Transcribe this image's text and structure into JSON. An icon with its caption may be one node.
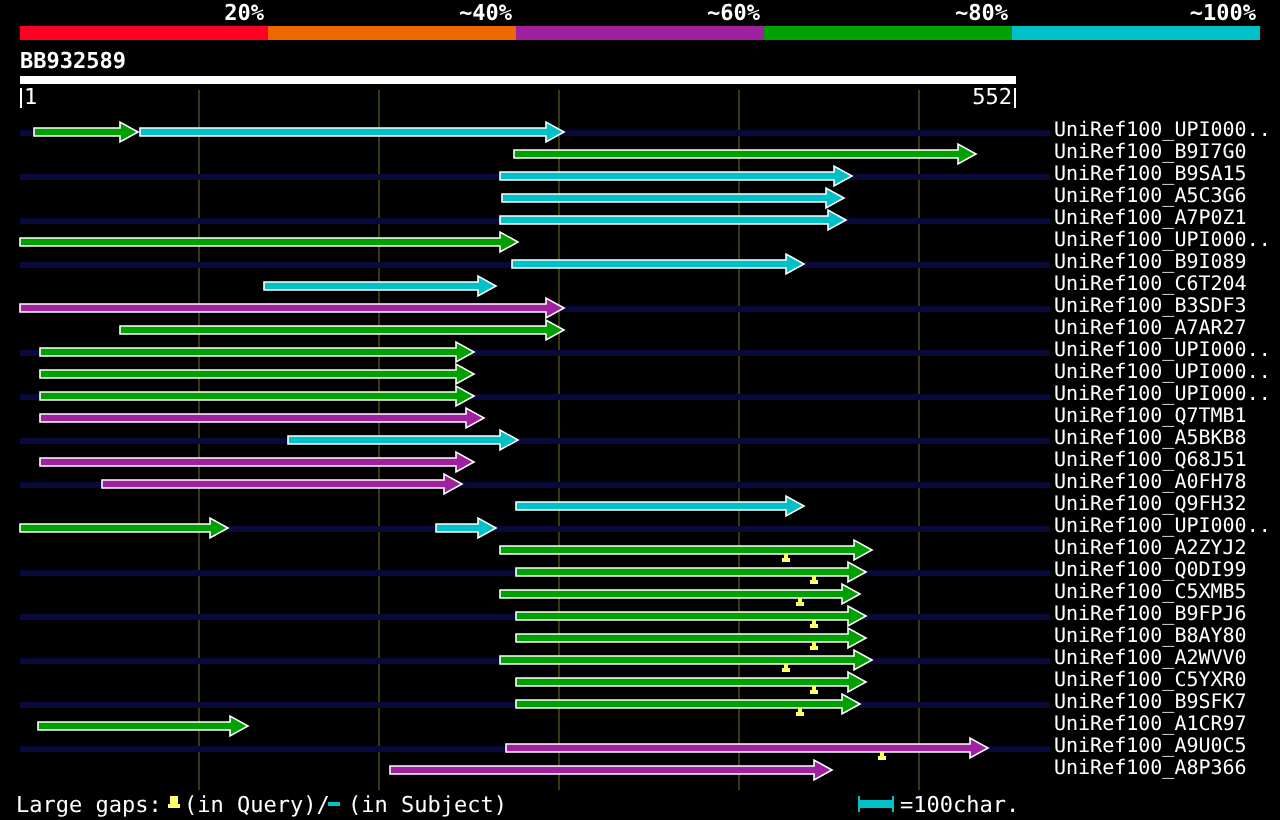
{
  "diagram": {
    "title": "BB932589",
    "labels": [
      "1",
      "552",
      "UniRef100_UPI000..",
      "UniRef100_B9I7G0",
      "UniRef100_B9SA15",
      "UniRef100_A5C3G6",
      "UniRef100_A7P0Z1",
      "UniRef100_UPI000..",
      "UniRef100_B9I089",
      "UniRef100_C6T204",
      "UniRef100_B3SDF3",
      "UniRef100_A7AR27",
      "UniRef100_UPI000..",
      "UniRef100_UPI000..",
      "UniRef100_UPI000..",
      "UniRef100_Q7TMB1",
      "UniRef100_A5BKB8",
      "UniRef100_Q68J51",
      "UniRef100_A0FH78",
      "UniRef100_Q9FH32",
      "UniRef100_UPI000..",
      "UniRef100_A2ZYJ2",
      "UniRef100_Q0DI99",
      "UniRef100_C5XMB5",
      "UniRef100_B9FPJ6",
      "UniRef100_B8AY80",
      "UniRef100_A2WVV0",
      "UniRef100_C5YXR0",
      "UniRef100_B9SFK7",
      "UniRef100_A1CR97",
      "UniRef100_A9U0C5",
      "UniRef100_A8P366",
      "Large gaps:",
      "(in Query)/",
      "(in Subject)",
      "=100char."
    ],
    "legend": [
      {
        "text": "20%",
        "color": "#ff0022"
      },
      {
        "text": "~40%",
        "color": "#ee6600"
      },
      {
        "text": "~60%",
        "color": "#a020a0"
      },
      {
        "text": "~80%",
        "color": "#00a000"
      },
      {
        "text": "~100%",
        "color": "#00c0c8"
      }
    ]
  }
}
